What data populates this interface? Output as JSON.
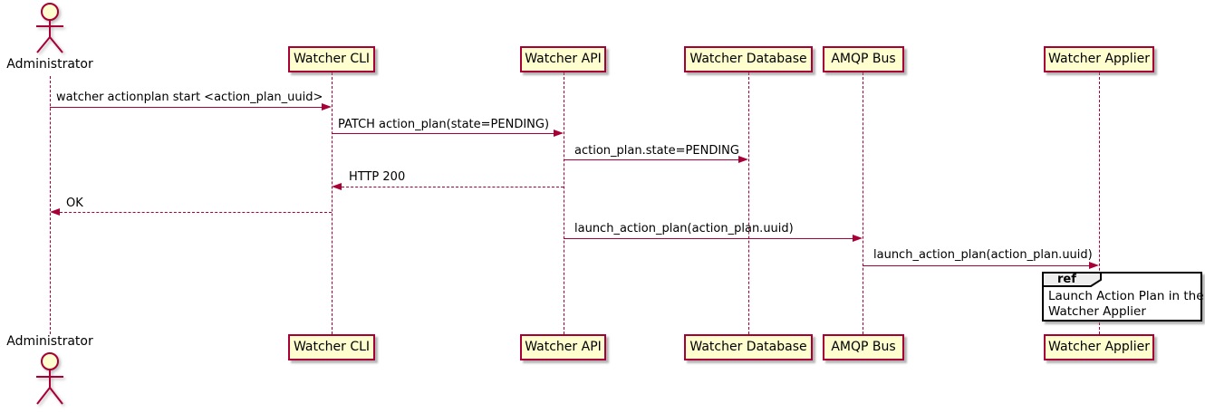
{
  "diagram": {
    "type": "sequence",
    "colors": {
      "line": "#A80036",
      "participant_fill": "#FEFECE",
      "participant_border": "#A80036",
      "ref_header_fill": "#EEEEEE",
      "ref_border": "#000000",
      "text": "#000000"
    },
    "actor": {
      "name": "Administrator"
    },
    "participants": [
      {
        "name": "Watcher CLI"
      },
      {
        "name": "Watcher API"
      },
      {
        "name": "Watcher Database"
      },
      {
        "name": "AMQP Bus"
      },
      {
        "name": "Watcher Applier"
      }
    ],
    "messages": [
      {
        "label": "watcher actionplan start <action_plan_uuid>",
        "from": "Administrator",
        "to": "Watcher CLI",
        "line": "solid",
        "direction": "right"
      },
      {
        "label": "PATCH action_plan(state=PENDING)",
        "from": "Watcher CLI",
        "to": "Watcher API",
        "line": "solid",
        "direction": "right"
      },
      {
        "label": "action_plan.state=PENDING",
        "from": "Watcher API",
        "to": "Watcher Database",
        "line": "solid",
        "direction": "right"
      },
      {
        "label": "HTTP 200",
        "from": "Watcher API",
        "to": "Watcher CLI",
        "line": "dashed",
        "direction": "left"
      },
      {
        "label": "OK",
        "from": "Watcher CLI",
        "to": "Administrator",
        "line": "dashed",
        "direction": "left"
      },
      {
        "label": "launch_action_plan(action_plan.uuid)",
        "from": "Watcher API",
        "to": "AMQP Bus",
        "line": "solid",
        "direction": "right"
      },
      {
        "label": "launch_action_plan(action_plan.uuid)",
        "from": "AMQP Bus",
        "to": "Watcher Applier",
        "line": "solid",
        "direction": "right"
      }
    ],
    "ref": {
      "keyword": "ref",
      "lines": [
        "Launch Action Plan in the",
        "Watcher Applier"
      ]
    }
  }
}
